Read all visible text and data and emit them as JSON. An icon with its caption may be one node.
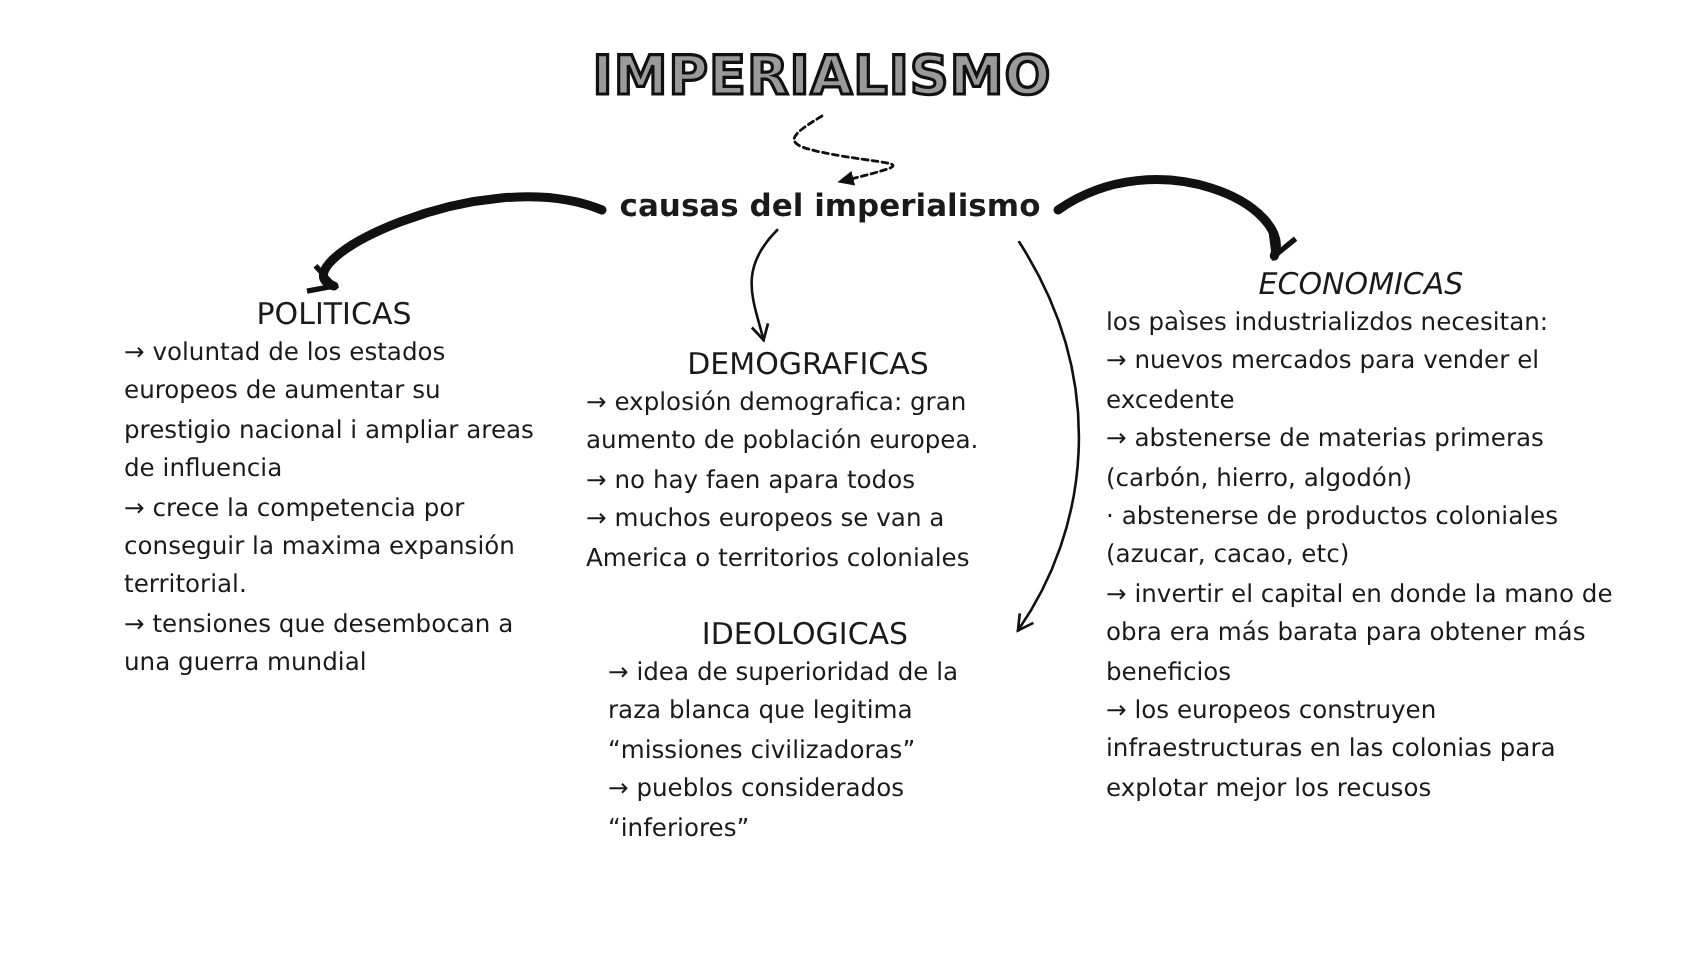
{
  "diagram": {
    "nodes": [
      {
        "text": [
          "IMPERIALISMO"
        ]
      },
      {
        "text": [
          "causas del imperialismo"
        ]
      },
      {
        "text": [
          "POLITICAS",
          "→ voluntad de los estados europeos de aumentar su prestigio nacional i ampliar areas de influencia",
          "→ crece la competencia por conseguir la maxima expansión territorial.",
          "→ tensiones que desembocan a una guerra mundial"
        ]
      },
      {
        "text": [
          "DEMOGRAFICAS",
          "→ explosión demografica: gran aumento de población europea.",
          "→ no hay faen apara todos",
          "→ muchos europeos se van a America o territorios coloniales"
        ]
      },
      {
        "text": [
          "IDEOLOGICAS",
          "→ idea de superioridad  de la raza blanca que legitima “missiones civilizadoras”",
          "→ pueblos considerados “inferiores”"
        ]
      },
      {
        "text": [
          "ECONOMICAS",
          "los paìses industrializdos necesitan:",
          "→  nuevos mercados para vender el excedente",
          "→ abstenerse de materias primeras (carbón, hierro, algodón)",
          "· abstenerse de productos coloniales (azucar, cacao, etc)",
          "→ invertir el capital en donde la mano de obra era más barata para obtener más beneficios",
          "→ los europeos construyen infraestructuras en las colonias para explotar mejor los recusos"
        ]
      }
    ],
    "edges": [
      {
        "from": 0,
        "to": 1,
        "arrow": "to",
        "style": "dashed"
      },
      {
        "from": 1,
        "to": 2,
        "arrow": "to",
        "style": "thick"
      },
      {
        "from": 1,
        "to": 3,
        "arrow": "to"
      },
      {
        "from": 1,
        "to": 4,
        "arrow": "to"
      },
      {
        "from": 1,
        "to": 5,
        "arrow": "to",
        "style": "thick"
      }
    ]
  }
}
